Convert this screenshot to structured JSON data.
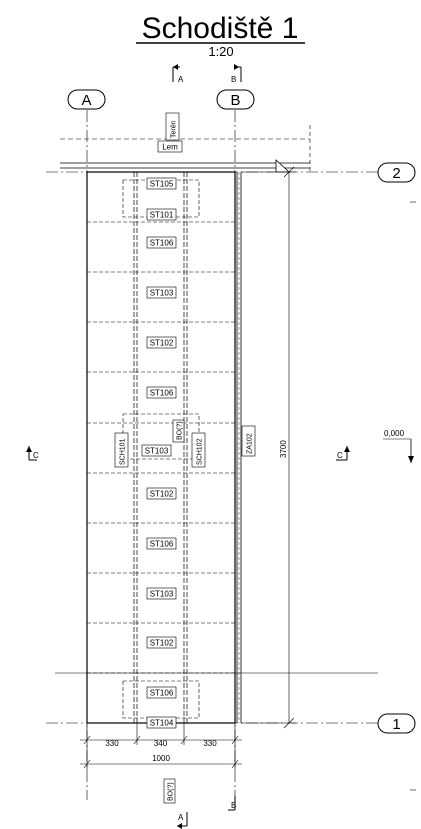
{
  "title": "Schodiště 1",
  "scale": "1:20",
  "axes": {
    "a": "A",
    "b": "B",
    "row2": "2",
    "row1": "1"
  },
  "sections": {
    "a": "A",
    "b": "B",
    "c": "C"
  },
  "labels": {
    "teren": "Terén",
    "lem": "Lem",
    "sch_left": "SCH101",
    "sch_right": "SCH102",
    "za": "ZA102",
    "bo_mid": "BO(?)",
    "bo_bottom": "BO(?)"
  },
  "steps": [
    "ST105",
    "ST101",
    "ST106",
    "ST103",
    "ST102",
    "ST106",
    "ST103",
    "ST102",
    "ST106",
    "ST103",
    "ST102",
    "ST106",
    "ST104"
  ],
  "dimensions": {
    "segments": [
      "330",
      "340",
      "330"
    ],
    "total": "1000",
    "length": "3700",
    "level": "0,000"
  }
}
